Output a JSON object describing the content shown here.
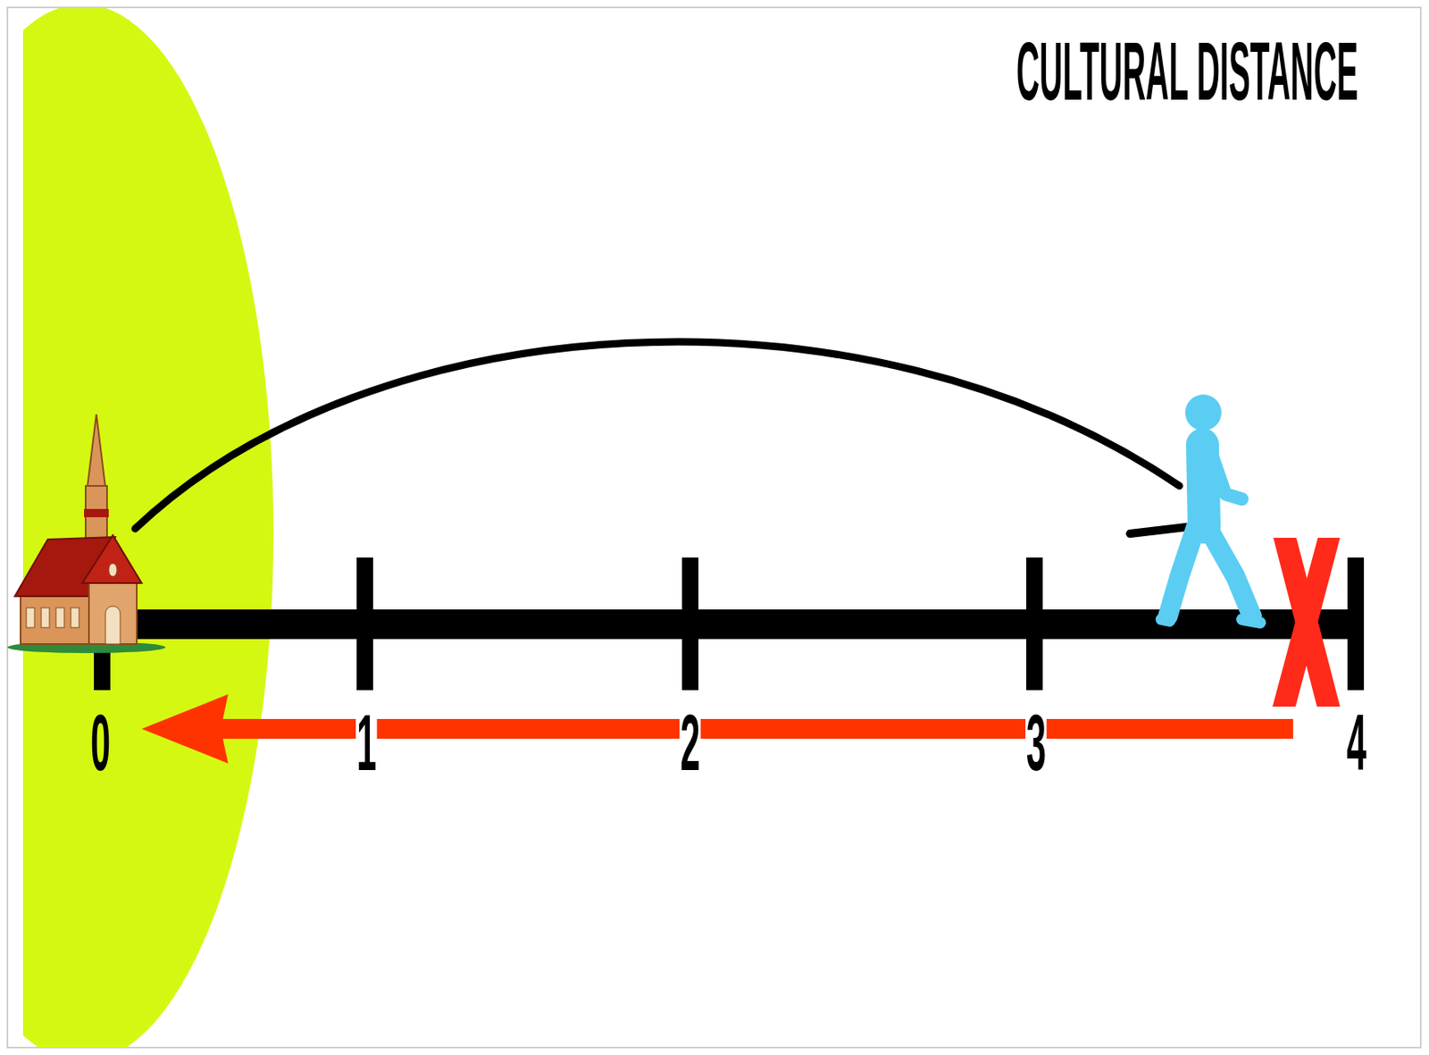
{
  "diagram": {
    "title": "CULTURAL DISTANCE",
    "labels": [
      "0",
      "1",
      "2",
      "3",
      "4"
    ]
  }
}
